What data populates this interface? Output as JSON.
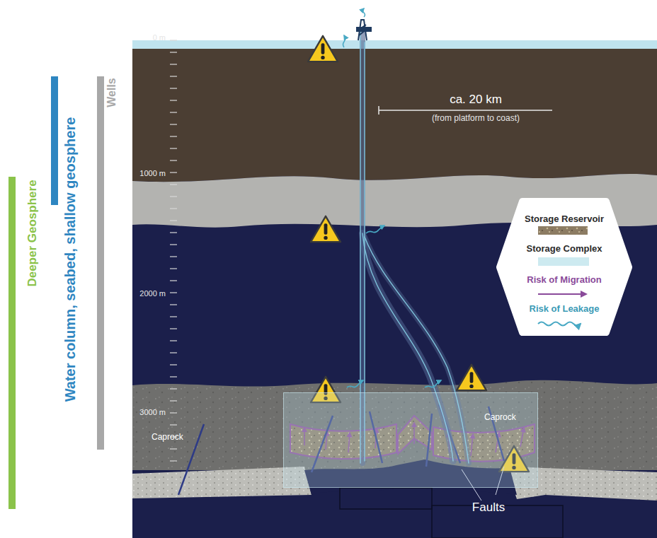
{
  "diagram": {
    "nodes": [
      {
        "text": [
          "Caprock"
        ]
      }
    ],
    "labels": [
      "0 m",
      "1000 m",
      "2000 m",
      "3000 m",
      "ca. 20 km",
      "(from platform to coast)",
      "Caprock",
      "Faults",
      "Wells",
      "Water column, seabed, shallow geosphere",
      "Deeper Geosphere"
    ],
    "legend": [
      {
        "text": "Storage Reservoir"
      },
      {
        "text": "Storage Complex",
        "color": "#cdeaf0"
      },
      {
        "text": "Risk of Migration"
      },
      {
        "text": "Risk of Leakage"
      }
    ]
  }
}
